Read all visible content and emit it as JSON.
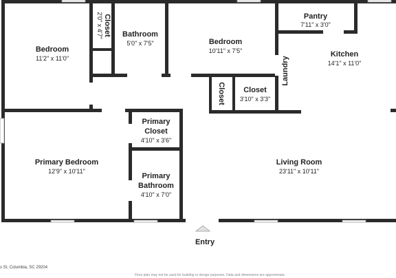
{
  "rooms": {
    "bedroom_left": {
      "name": "Bedroom",
      "dim": "11'2\" x 11'0\""
    },
    "closet_small": {
      "name": "Closet",
      "dim": "2'0\" x 4'7\""
    },
    "bathroom": {
      "name": "Bathroom",
      "dim": "5'0\" x 7'5\""
    },
    "bedroom_mid": {
      "name": "Bedroom",
      "dim": "10'11\" x 7'5\""
    },
    "pantry": {
      "name": "Pantry",
      "dim": "7'11\" x 3'0\""
    },
    "kitchen": {
      "name": "Kitchen",
      "dim": "14'1\" x 11'0\""
    },
    "laundry": {
      "name": "Laundry"
    },
    "closet_mid": {
      "name": "Closet"
    },
    "closet_right": {
      "name": "Closet",
      "dim": "3'10\" x 3'3\""
    },
    "primary_bedroom": {
      "name": "Primary Bedroom",
      "dim": "12'9\" x 10'11\""
    },
    "primary_closet": {
      "name": "Primary Closet",
      "dim": "4'10\" x 3'6\""
    },
    "primary_bath": {
      "name": "Primary Bathroom",
      "dim": "4'10\" x 7'0\""
    },
    "living_room": {
      "name": "Living Room",
      "dim": "23'11\" x 10'11\""
    }
  },
  "entry_label": "Entry",
  "footer_address": "s St, Columbia, SC 29204",
  "footer_disclaimer": "Floor plan may not be used for building or design purposes. Data and dimensions are approximate."
}
